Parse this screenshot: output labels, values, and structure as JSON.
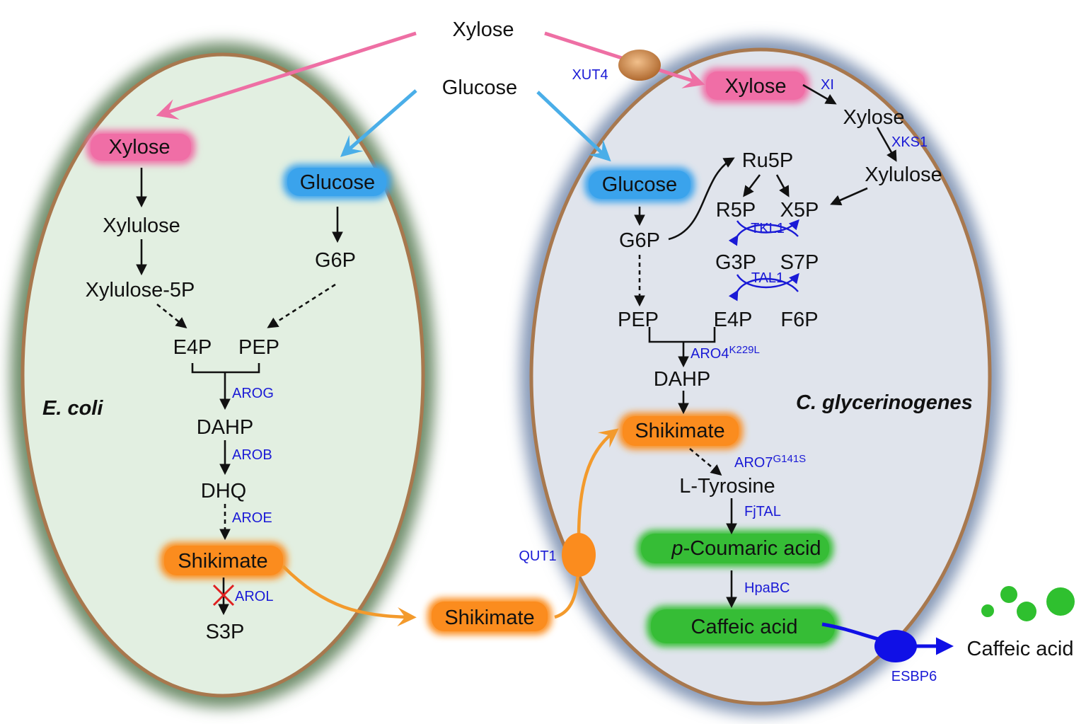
{
  "colors": {
    "ecoli_cell": "#e2efe1",
    "ecoli_halo": "#6f8e6c",
    "yeast_cell": "#e0e4ec",
    "yeast_halo": "#8699b7",
    "membrane": "#a8784e",
    "xylose_pill": "#f06ea6",
    "glucose_pill": "#3aa3ec",
    "shikimate_pill": "#fb8c1e",
    "product_pill": "#36bd36",
    "xylose_arrow": "#ee6fa4",
    "glucose_arrow": "#4aaee8",
    "shikimate_arrow": "#f39a2c",
    "export_arrow": "#1010e6",
    "enzyme_text": "#1a1ad6",
    "knockout": "#e02020"
  },
  "top": {
    "xylose": "Xylose",
    "glucose": "Glucose"
  },
  "ecoli": {
    "name": "E. coli",
    "xylose": "Xylose",
    "glucose": "Glucose",
    "xylulose": "Xylulose",
    "xylulose5p": "Xylulose-5P",
    "g6p": "G6P",
    "e4p": "E4P",
    "pep": "PEP",
    "arog": "AROG",
    "dahp": "DAHP",
    "arob": "AROB",
    "dhq": "DHQ",
    "aroe": "AROE",
    "shikimate": "Shikimate",
    "arol": "AROL",
    "s3p": "S3P"
  },
  "exchange": {
    "shikimate": "Shikimate"
  },
  "yeast": {
    "name": "C. glycerinogenes",
    "xut4": "XUT4",
    "xylose_pill": "Xylose",
    "xi": "XI",
    "xylose": "Xylose",
    "xks1": "XKS1",
    "xylulose": "Xylulose",
    "glucose": "Glucose",
    "ru5p": "Ru5P",
    "r5p": "R5P",
    "x5p": "X5P",
    "tkl1": "TKL1",
    "g6p": "G6P",
    "g3p": "G3P",
    "s7p": "S7P",
    "tal1": "TAL1",
    "pep": "PEP",
    "e4p": "E4P",
    "f6p": "F6P",
    "aro4": "ARO4",
    "aro4_mut": "K229L",
    "dahp": "DAHP",
    "shikimate": "Shikimate",
    "aro7": "ARO7",
    "aro7_mut": "G141S",
    "ltyrosine": "L-Tyrosine",
    "fjtal": "FjTAL",
    "pcoumaric_prefix": "p",
    "pcoumaric": "-Coumaric acid",
    "hpabc": "HpaBC",
    "caffeic": "Caffeic acid",
    "qut1": "QUT1",
    "esbp6": "ESBP6"
  },
  "product": {
    "caffeic": "Caffeic acid"
  }
}
